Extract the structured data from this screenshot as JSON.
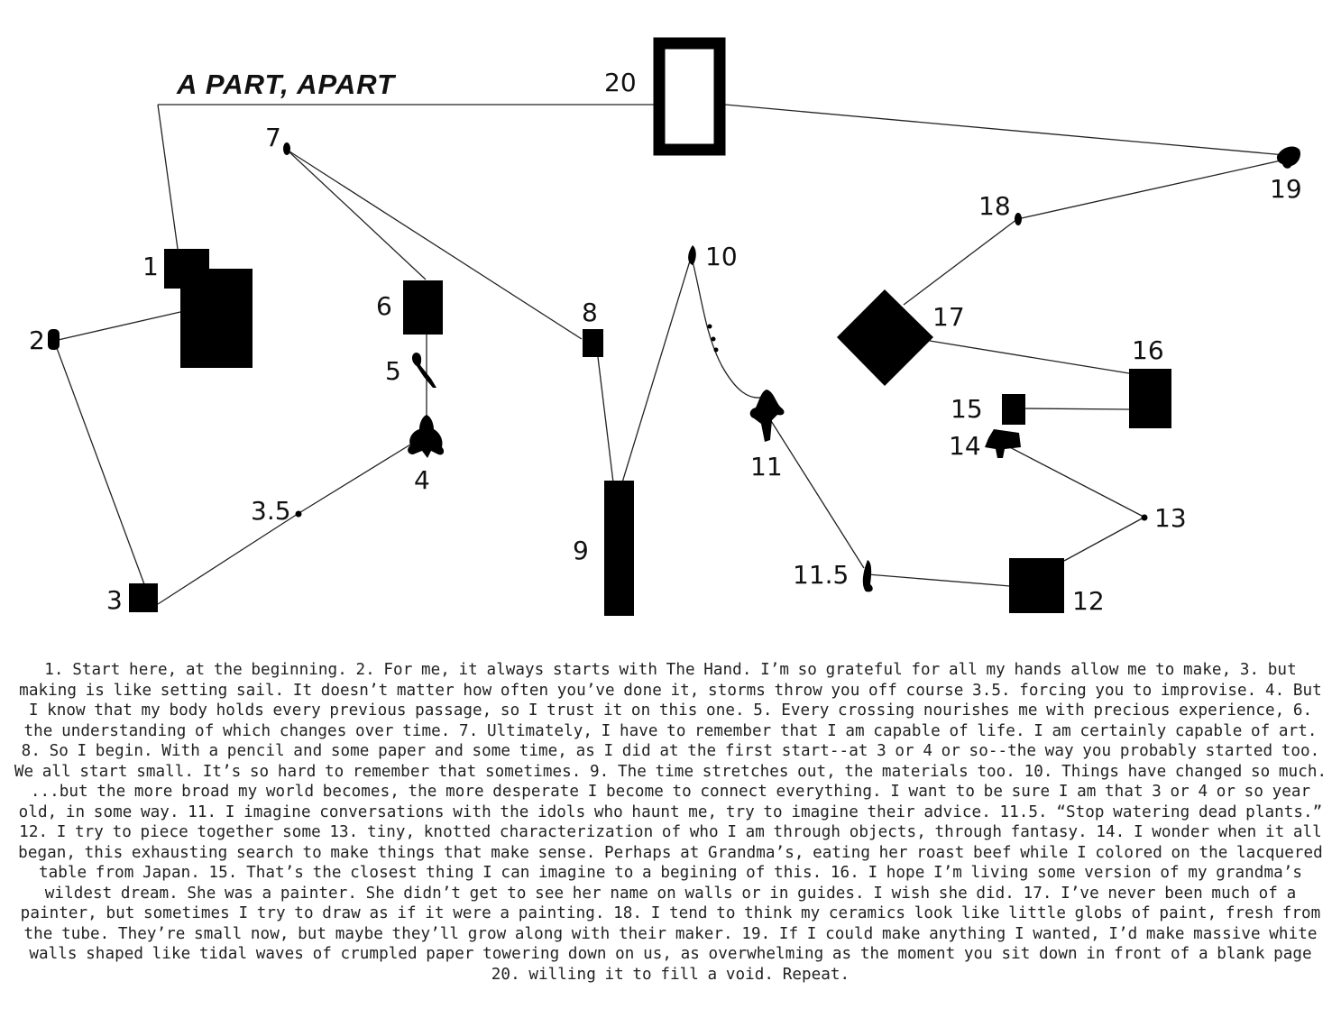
{
  "title": "A PART, APART",
  "labels": {
    "n1": "1",
    "n2": "2",
    "n3": "3",
    "n3_5": "3.5",
    "n4": "4",
    "n5": "5",
    "n6": "6",
    "n7": "7",
    "n8": "8",
    "n9": "9",
    "n10": "10",
    "n11": "11",
    "n11_5": "11.5",
    "n12": "12",
    "n13": "13",
    "n14": "14",
    "n15": "15",
    "n16": "16",
    "n17": "17",
    "n18": "18",
    "n19": "19",
    "n20": "20"
  },
  "caption": "1. Start here, at the beginning. 2. For me, it always starts with The Hand. I’m so grateful for all my hands allow me to make, 3. but making is like setting sail. It doesn’t matter how often you’ve done it, storms throw you off course 3.5. forcing you to improvise. 4. But I know that my body holds every previous passage, so I trust it on this one. 5. Every crossing nourishes me with precious experience, 6. the understanding of which changes over time. 7. Ultimately, I have to remember that I am capable of life. I am certainly capable of art. 8. So I begin. With a pencil and some paper and some time, as I did at the first start--at 3 or 4 or so--the way you probably started too. We all start small. It’s so hard to remember that sometimes. 9. The time stretches out, the materials too. 10. Things have changed so much. ...but the more broad my world becomes, the more desperate I become to connect everything. I want to be sure I am that 3 or 4 or so year old, in some way. 11. I imagine conversations with the idols who haunt me, try to imagine their advice. 11.5. “Stop watering dead plants.” 12. I try to piece together some 13. tiny, knotted characterization of who I am through objects, through fantasy. 14. I wonder when it all began, this exhausting search to make things that make sense. Perhaps at Grandma’s, eating her roast beef while I colored on the lacquered table from Japan. 15. That’s the closest thing I can imagine to a begining of this. 16. I hope I’m living some version of my grandma’s wildest dream. She was a painter. She didn’t get to see her name on walls or in guides. I wish she did. 17. I’ve never been much of a painter, but sometimes I try to draw as if it were a painting. 18. I tend to think my ceramics look like little globs of paint, fresh from the tube. They’re small now, but maybe they’ll grow along with their maker. 19. If I could make anything I wanted, I’d make massive white walls shaped like tidal waves of crumpled paper towering down on us, as overwhelming as the moment you sit down in front of a blank page 20. willing it to fill a void. Repeat."
}
